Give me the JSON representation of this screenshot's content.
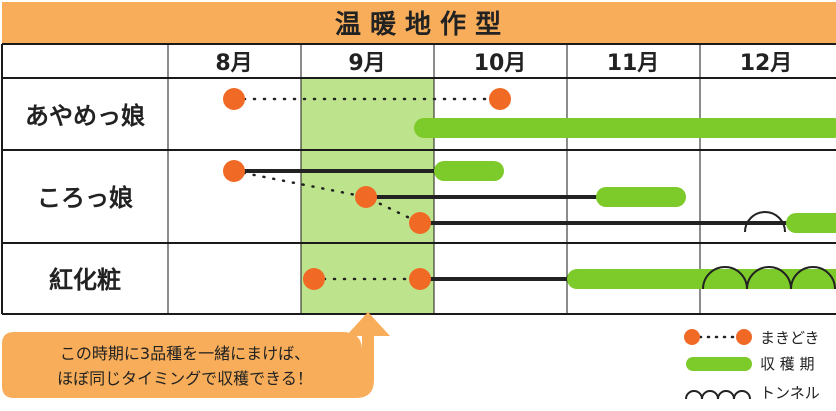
{
  "title": "温 暖 地 作 型",
  "months": [
    "8月",
    "9月",
    "10月",
    "11月",
    "12月"
  ],
  "varieties": [
    "あやめっ娘",
    "ころっ娘",
    "紅化粧"
  ],
  "callout": {
    "line1": "この時期に3品種を一緒にまけば、",
    "line2": "ほぼ同じタイミングで収穫できる！"
  },
  "legend": {
    "sowing": "まきどき",
    "harvest": "収 穫 期",
    "tunnel": "トンネル"
  },
  "colors": {
    "header": "#f7ad59",
    "highlight": "#bde48c",
    "harvest": "#7dcb2b",
    "sowing": "#f06a26",
    "grid": "#1a1a1a"
  }
}
